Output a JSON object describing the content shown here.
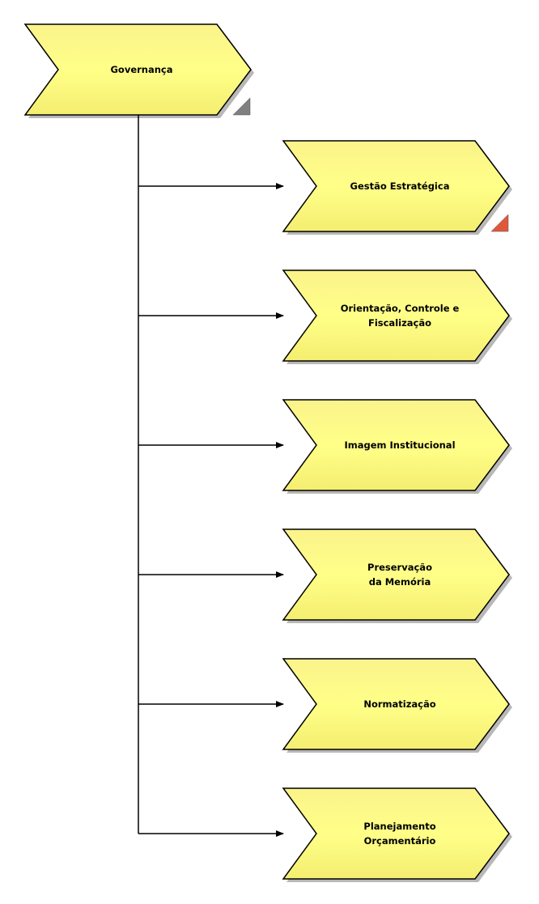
{
  "root": {
    "label": "Governança",
    "marker_color": "#808080"
  },
  "children": [
    {
      "label": "Gestão Estratégica",
      "marker_color": "#e0583a"
    },
    {
      "label": "Orientação, Controle e\nFiscalização"
    },
    {
      "label": "Imagem Institucional"
    },
    {
      "label": "Preservação\nda Memória"
    },
    {
      "label": "Normatização"
    },
    {
      "label": "Planejamento\nOrçamentário"
    }
  ],
  "colors": {
    "fill": "#ffff80",
    "fill_light": "#fbfbb4",
    "stroke": "#000000",
    "shadow": "#b8b8b8"
  }
}
